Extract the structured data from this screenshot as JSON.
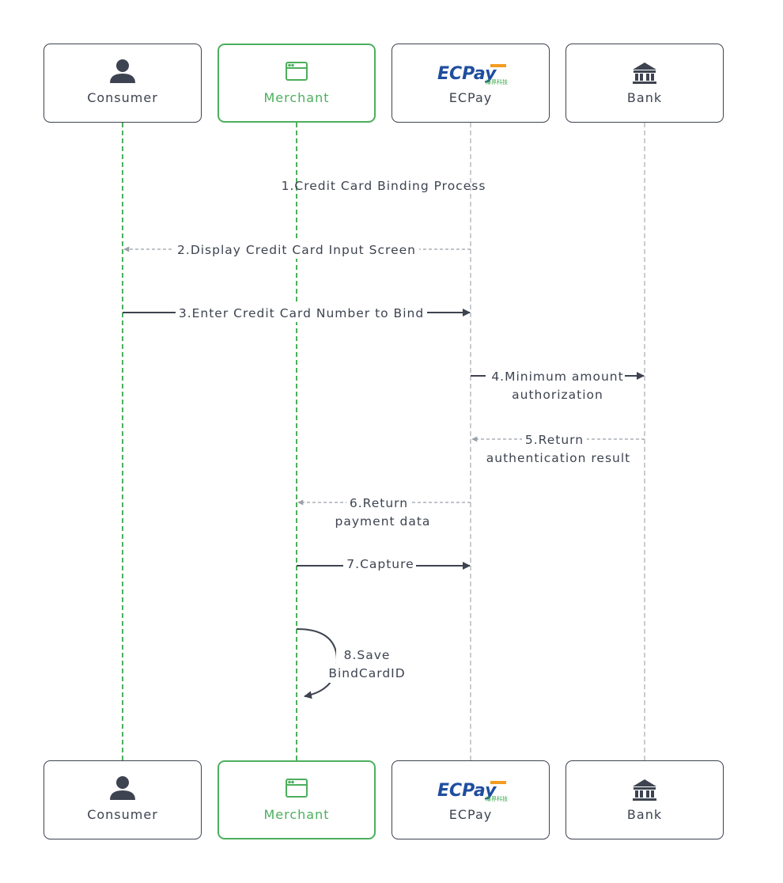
{
  "actors": [
    {
      "id": "consumer",
      "label": "Consumer",
      "icon": "person-icon",
      "accent": "#3d4350"
    },
    {
      "id": "merchant",
      "label": "Merchant",
      "icon": "browser-window-icon",
      "accent": "#4caf5d"
    },
    {
      "id": "ecpay",
      "label": "ECPay",
      "icon": "ecpay-logo",
      "accent": "#3d4350"
    },
    {
      "id": "bank",
      "label": "Bank",
      "icon": "bank-icon",
      "accent": "#3d4350"
    }
  ],
  "logo": {
    "brand": "ECPay",
    "subtitle": "綠界科技",
    "blue": "#1f4e9e",
    "green": "#3aa84a",
    "orange": "#f39c1f"
  },
  "messages": [
    {
      "id": "m1",
      "lines": [
        "1.Credit Card Binding Process"
      ]
    },
    {
      "id": "m2",
      "lines": [
        "2.Display Credit Card Input Screen"
      ]
    },
    {
      "id": "m3",
      "lines": [
        "3.Enter Credit Card Number to Bind"
      ]
    },
    {
      "id": "m4",
      "lines": [
        "4.Minimum amount",
        "authorization"
      ]
    },
    {
      "id": "m5",
      "lines": [
        "5.Return",
        "authentication result"
      ]
    },
    {
      "id": "m6",
      "lines": [
        "6.Return",
        "payment data"
      ]
    },
    {
      "id": "m7",
      "lines": [
        "7.Capture"
      ]
    },
    {
      "id": "m8",
      "lines": [
        "8.Save",
        "BindCardID"
      ]
    }
  ],
  "colors": {
    "line": "#3d4350",
    "green": "#4caf5d",
    "dashed_gray": "#9aa0a8",
    "lifeline_gray": "#b8bcc2"
  }
}
